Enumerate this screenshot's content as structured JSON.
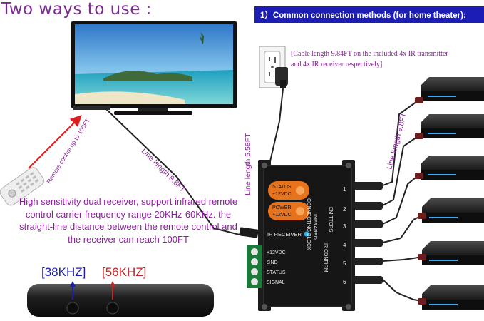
{
  "title": "Two ways to use :",
  "method_heading": "1）Common connection methods (for home theater):",
  "cable_note": "[Cable length 9.84FT on the included 4x IR transmitter and 4x IR receiver respectively]",
  "labels": {
    "remote_range": "Remote control up to 100FT",
    "line_left": "Line length 9.8FT",
    "line_middle": "Line length 5.58FT",
    "line_right": "Line length 9.8FT"
  },
  "sensitivity_text": "High sensitivity dual receiver, support infrared remote control carrier frequency range 20KHz-60KHz. the straight-line distance between the remote control and the receiver can reach 100FT",
  "receiver": {
    "freq_left": "[38KHZ]",
    "freq_right": "[56KHZ]"
  },
  "hub": {
    "status_label": "STATUS +12VDC",
    "status_l1": "STATUS",
    "status_l2": "+12VDC",
    "power_l1": "POWER",
    "power_l2": "+12VDC",
    "ir_receiver": "IR RECEIVER",
    "terminal_labels": [
      "+12VDC",
      "GND",
      "STATUS",
      "SIGNAL"
    ],
    "emitters_label": "EMITTERS",
    "block_line1": "INFRARED",
    "block_line2": "CONNECTING BLOCK",
    "confirm": "IR CONFIRM",
    "port_numbers": [
      "1",
      "2",
      "3",
      "4",
      "5",
      "6"
    ]
  },
  "colors": {
    "heading_purple": "#7a2a90",
    "note_purple": "#8a1f9a",
    "method_blue": "#1b1db4",
    "red": "#c62626",
    "hub_orange": "#e7741c"
  }
}
